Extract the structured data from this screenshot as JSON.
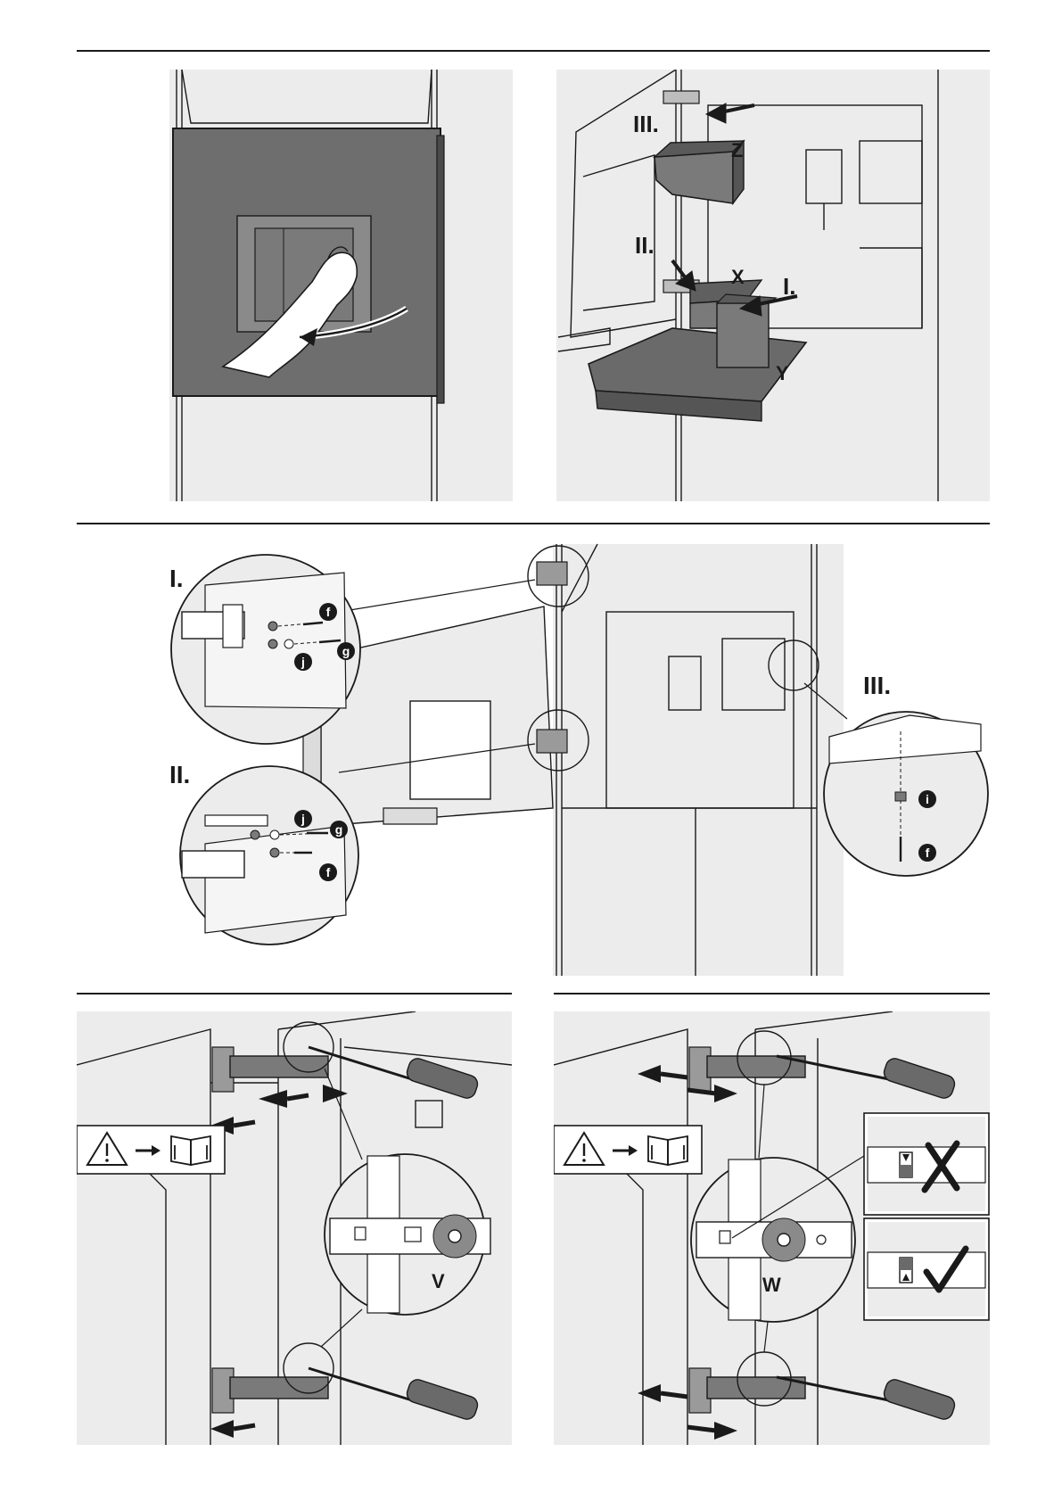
{
  "steps": {
    "remove_parts": {
      "steps": [
        "I.",
        "II.",
        "III."
      ],
      "parts": {
        "x": "X",
        "y": "Y",
        "z": "Z"
      }
    },
    "mount_hinges": {
      "details": [
        "I.",
        "II.",
        "III."
      ],
      "parts": {
        "f": "f",
        "g": "g",
        "i": "i",
        "j": "j"
      }
    },
    "adjust_left": {
      "marker": "V"
    },
    "adjust_right": {
      "marker": "W"
    }
  },
  "colors": {
    "line": "#1a1a1a",
    "cabinet": "#ececec",
    "appliance": "#6e6e6e",
    "highlight": "#8a8a8a",
    "badge": "#1a1a1a"
  },
  "icons": [
    "hand-pull-icon",
    "warning-triangle-icon",
    "arrow-right-icon",
    "manual-book-icon",
    "screwdriver-icon",
    "cross-mark-icon",
    "check-mark-icon"
  ]
}
